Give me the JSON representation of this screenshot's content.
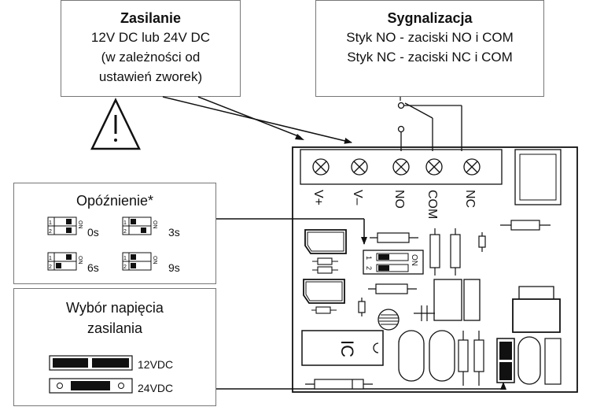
{
  "power_box": {
    "title": "Zasilanie",
    "line1": "12V DC lub 24V DC",
    "line2": "(w zależności od",
    "line3": "ustawień zworek)"
  },
  "signal_box": {
    "title": "Sygnalizacja",
    "line1": "Styk NO - zaciski NO i COM",
    "line2": "Styk NC - zaciski NC i COM"
  },
  "delay_box": {
    "title": "Opóźnienie*",
    "settings": [
      {
        "label": "0s"
      },
      {
        "label": "3s"
      },
      {
        "label": "6s"
      },
      {
        "label": "9s"
      }
    ]
  },
  "voltage_box": {
    "title_line1": "Wybór napięcia",
    "title_line2": "zasilania",
    "option1": "12VDC",
    "option2": "24VDC"
  },
  "board": {
    "terminals": [
      "V+",
      "V–",
      "NO",
      "COM",
      "NC"
    ],
    "ic_label": "IC",
    "dip_on": "ON",
    "dip_1": "1",
    "dip_2": "2"
  },
  "colors": {
    "border": "#777777",
    "ink": "#111111"
  }
}
